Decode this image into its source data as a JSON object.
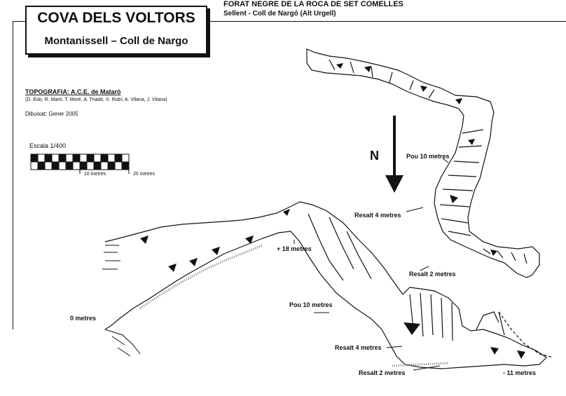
{
  "header": {
    "title": "COVA DELS VOLTORS",
    "subtitle": "Montanissell – Coll de Nargo"
  },
  "alt_names": {
    "title": "FORAT NEGRE DE LA ROCA DE SET COMELLES",
    "place": "Sellent - Coll de Nargó (Alt Urgell)"
  },
  "credits": {
    "topografia": "TOPOGRAFIA: A.C.E. de Mataró",
    "team": "(D. Edo, R. Martí, T. Moré, A. Triadó, X. Rubí, A. Vilana, J. Vilana)",
    "drawn": "Dibuixat: Gener 2005"
  },
  "scale": {
    "label": "Escala 1/400",
    "tick_10": "10 metres",
    "tick_20": "20 metres"
  },
  "north": {
    "label": "N"
  },
  "annotations": {
    "pou_upper": "Pou 10 metres",
    "resalt4_upper": "Resalt 4 metres",
    "plus18": "+ 18 metres",
    "resalt2_upper": "Resalt 2 metres",
    "zero": "0 metres",
    "pou_lower": "Pou 10 metres",
    "resalt4_lower": "Resalt 4 metres",
    "resalt2_lower": "Resalt 2 metres",
    "minus11": "- 11 metres"
  },
  "colors": {
    "ink": "#111111",
    "paper": "#ffffff",
    "stipple": "#777777"
  }
}
